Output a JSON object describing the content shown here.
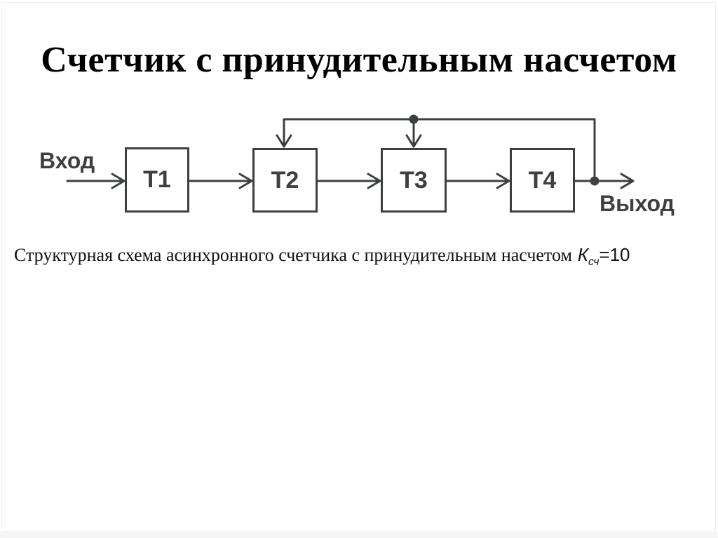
{
  "slide": {
    "title": "Счетчик с принудительным насчетом",
    "caption": {
      "text": "Структурная схема асинхронного счетчика с принудительным насчетом",
      "formula_symbol": "К",
      "formula_subscript": "сч",
      "formula_value": "=10"
    },
    "diagram": {
      "input_label": "Вход",
      "output_label": "Выход",
      "blocks": [
        {
          "label": "Т1"
        },
        {
          "label": "Т2"
        },
        {
          "label": "Т3"
        },
        {
          "label": "Т4"
        }
      ]
    }
  },
  "colors": {
    "background": "#ffffff",
    "title_text": "#000000",
    "caption_text": "#111111",
    "diagram_stroke": "#3d4043",
    "slide_edge": "#eeeef0",
    "bottom_strip": "#f5f5f6"
  }
}
